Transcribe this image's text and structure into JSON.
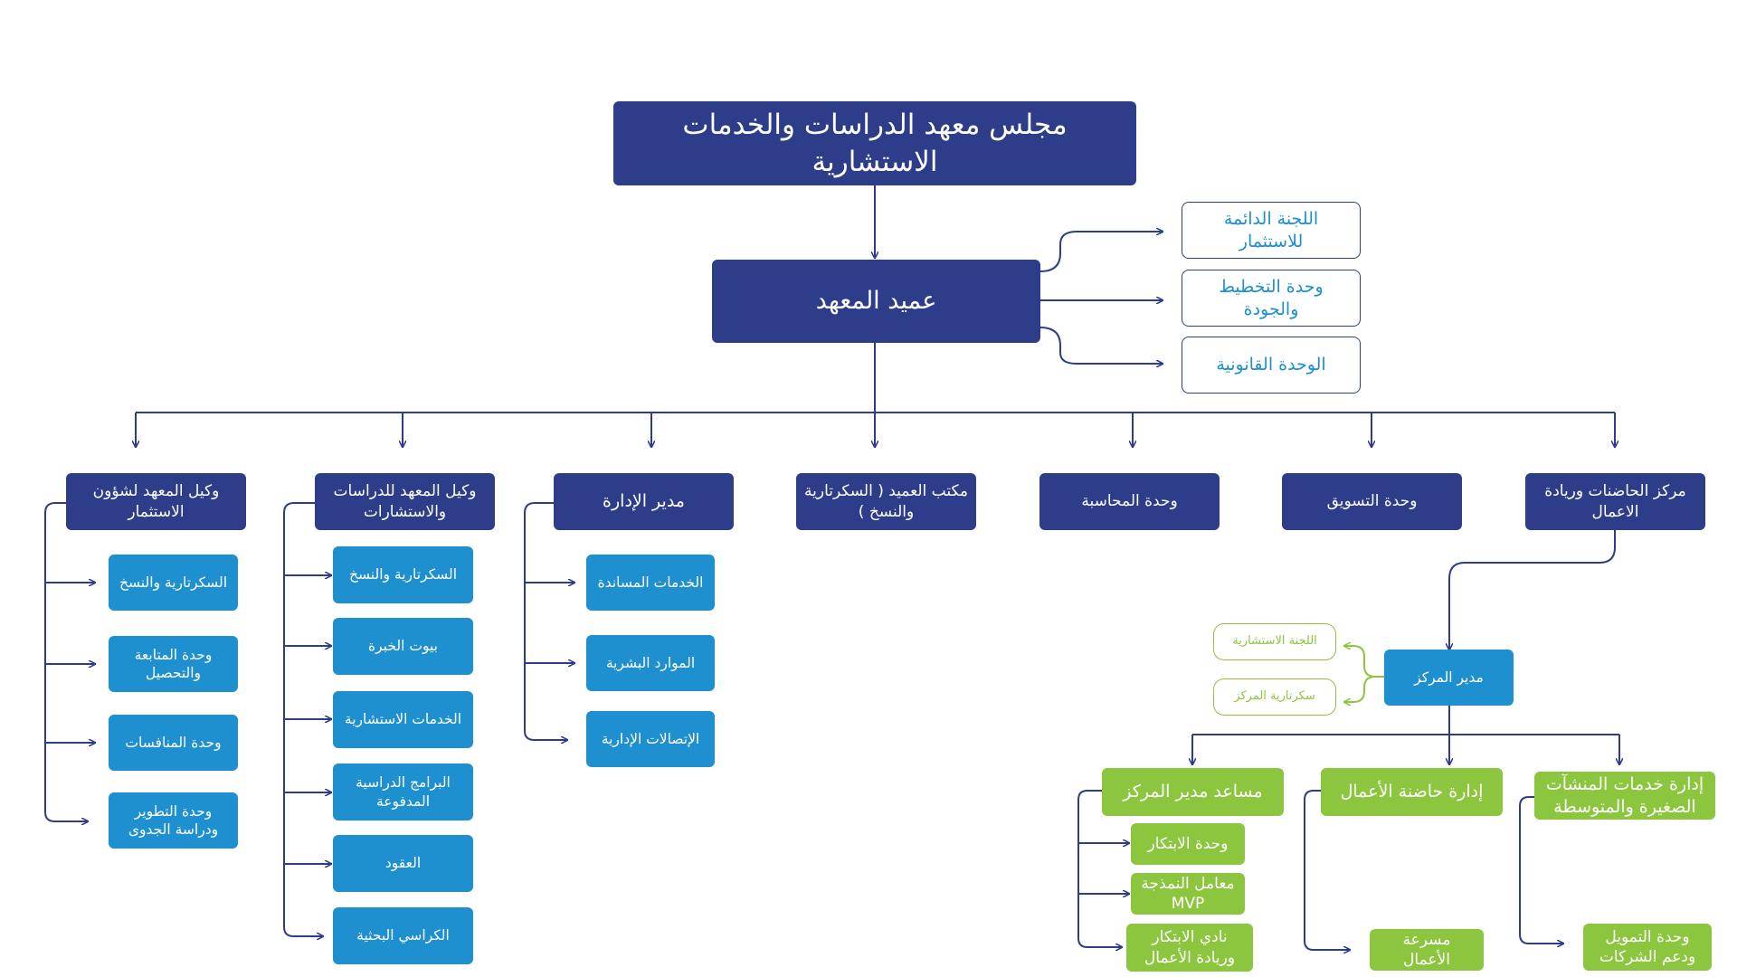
{
  "top": {
    "council": "مجلس معهد الدراسات والخدمات الاستشارية",
    "dean": "عميد المعهد"
  },
  "dean_side": [
    "اللجنة الدائمة للاستثمار",
    "وحدة التخطيط والجودة",
    "الوحدة القانونية"
  ],
  "level2": {
    "vice_investment": "وكيل المعهد لشؤون الاستثمار",
    "vice_studies": "وكيل المعهد للدراسات والاستشارات",
    "admin_manager": "مدير الإدارة",
    "dean_office": "مكتب العميد ( السكرتارية والنسخ )",
    "accounting": "وحدة المحاسبة",
    "marketing": "وحدة التسويق",
    "incubators": "مركز الحاضنات وريادة الاعمال"
  },
  "investment_children": [
    "السكرتارية والنسخ",
    "وحدة المتابعة والتحصيل",
    "وحدة المنافسات",
    "وحدة التطوير ودراسة الجدوى"
  ],
  "studies_children": [
    "السكرتارية والنسخ",
    "بيوت الخبرة",
    "الخدمات الاستشارية",
    "البرامج الدراسية المدفوعة",
    "العقود",
    "الكراسي البحثية"
  ],
  "admin_children": [
    "الخدمات المساندة",
    "الموارد البشرية",
    "الإتصالات الإدارية"
  ],
  "center": {
    "manager": "مدير المركز",
    "side": [
      "اللجنة الاستشارية",
      "سكرتارية المركز"
    ],
    "assistant": "مساعد مدير المركز",
    "incubator_admin": "إدارة حاضنة الأعمال",
    "sme_admin": "إدارة خدمات المنشآت الصغيرة والمتوسطة",
    "assistant_children": [
      "وحدة الابتكار",
      "معامل النمذجة MVP",
      "نادي الابتكار وريادة الأعمال"
    ],
    "incubator_children": [
      "مسرعة الأعمال"
    ],
    "sme_children": [
      "وحدة التمويل ودعم الشركات"
    ]
  },
  "colors": {
    "navy": "#2e3d8a",
    "blue": "#1e8fcf",
    "green": "#8cc63f"
  }
}
